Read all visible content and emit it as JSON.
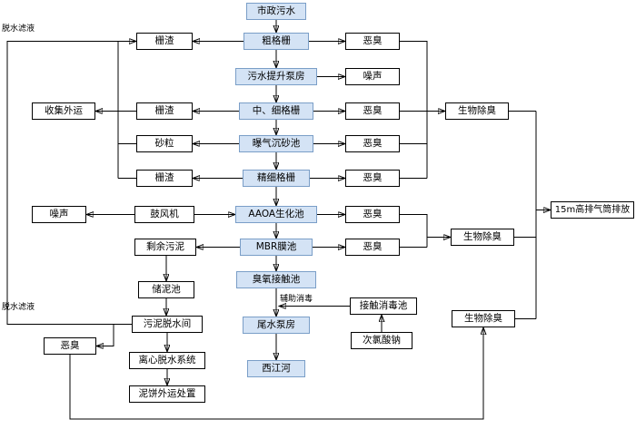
{
  "nodes": {
    "shizheng_wushui": {
      "label": "市政污水"
    },
    "cu_geshan": {
      "label": "粗格栅"
    },
    "wushui_tisheng_bengfang": {
      "label": "污水提升泵房"
    },
    "zhong_xi_geshan": {
      "label": "中、细格栅"
    },
    "puqi_chensha_chi": {
      "label": "曝气沉砂池"
    },
    "jingxi_geshan": {
      "label": "精细格栅"
    },
    "aaoa_shenghua_chi": {
      "label": "AAOA生化池"
    },
    "mbr_mo_chi": {
      "label": "MBR膜池"
    },
    "chouyang_jiechu_chi": {
      "label": "臭氧接触池"
    },
    "weishui_bengfang": {
      "label": "尾水泵房"
    },
    "xijiang_he": {
      "label": "西江河"
    },
    "zhazha_1": {
      "label": "栅渣"
    },
    "zhazha_2": {
      "label": "栅渣"
    },
    "shali": {
      "label": "砂粒"
    },
    "zhazha_3": {
      "label": "栅渣"
    },
    "shouji_waiyun": {
      "label": "收集外运"
    },
    "zaosheng_left": {
      "label": "噪声"
    },
    "gufengji": {
      "label": "鼓风机"
    },
    "shengyu_wuni": {
      "label": "剩余污泥"
    },
    "chuni_chi": {
      "label": "储泥池"
    },
    "wuni_tuoshui_jian": {
      "label": "污泥脱水间"
    },
    "lixin_tuoshui_xitong": {
      "label": "离心脱水系统"
    },
    "nibing_waiyun_chuzhi": {
      "label": "泥饼外运处置"
    },
    "echou_bottom_left": {
      "label": "恶臭"
    },
    "echou_1": {
      "label": "恶臭"
    },
    "zaosheng_right": {
      "label": "噪声"
    },
    "echou_2": {
      "label": "恶臭"
    },
    "echou_3": {
      "label": "恶臭"
    },
    "echou_4": {
      "label": "恶臭"
    },
    "echou_5": {
      "label": "恶臭"
    },
    "echou_6": {
      "label": "恶臭"
    },
    "jiechu_xiaodu_chi": {
      "label": "接触消毒池"
    },
    "cilvsuanna": {
      "label": "次氯酸钠"
    },
    "shengwu_chuchou_1": {
      "label": "生物除臭"
    },
    "shengwu_chuchou_2": {
      "label": "生物除臭"
    },
    "shengwu_chuchou_3": {
      "label": "生物除臭"
    },
    "paiqitong": {
      "label": "15m高排气筒排放"
    }
  },
  "labels": {
    "tuoshui_lvye_top": "脱水滤液",
    "tuoshui_lvye_bottom": "脱水滤液",
    "fuzhu_xiaodu": "辅助消毒"
  },
  "colors": {
    "process_fill": "#d4e3f5",
    "process_border": "#7a9ec7",
    "side_fill": "#ffffff",
    "side_border": "#000000",
    "line_color": "#000000"
  }
}
